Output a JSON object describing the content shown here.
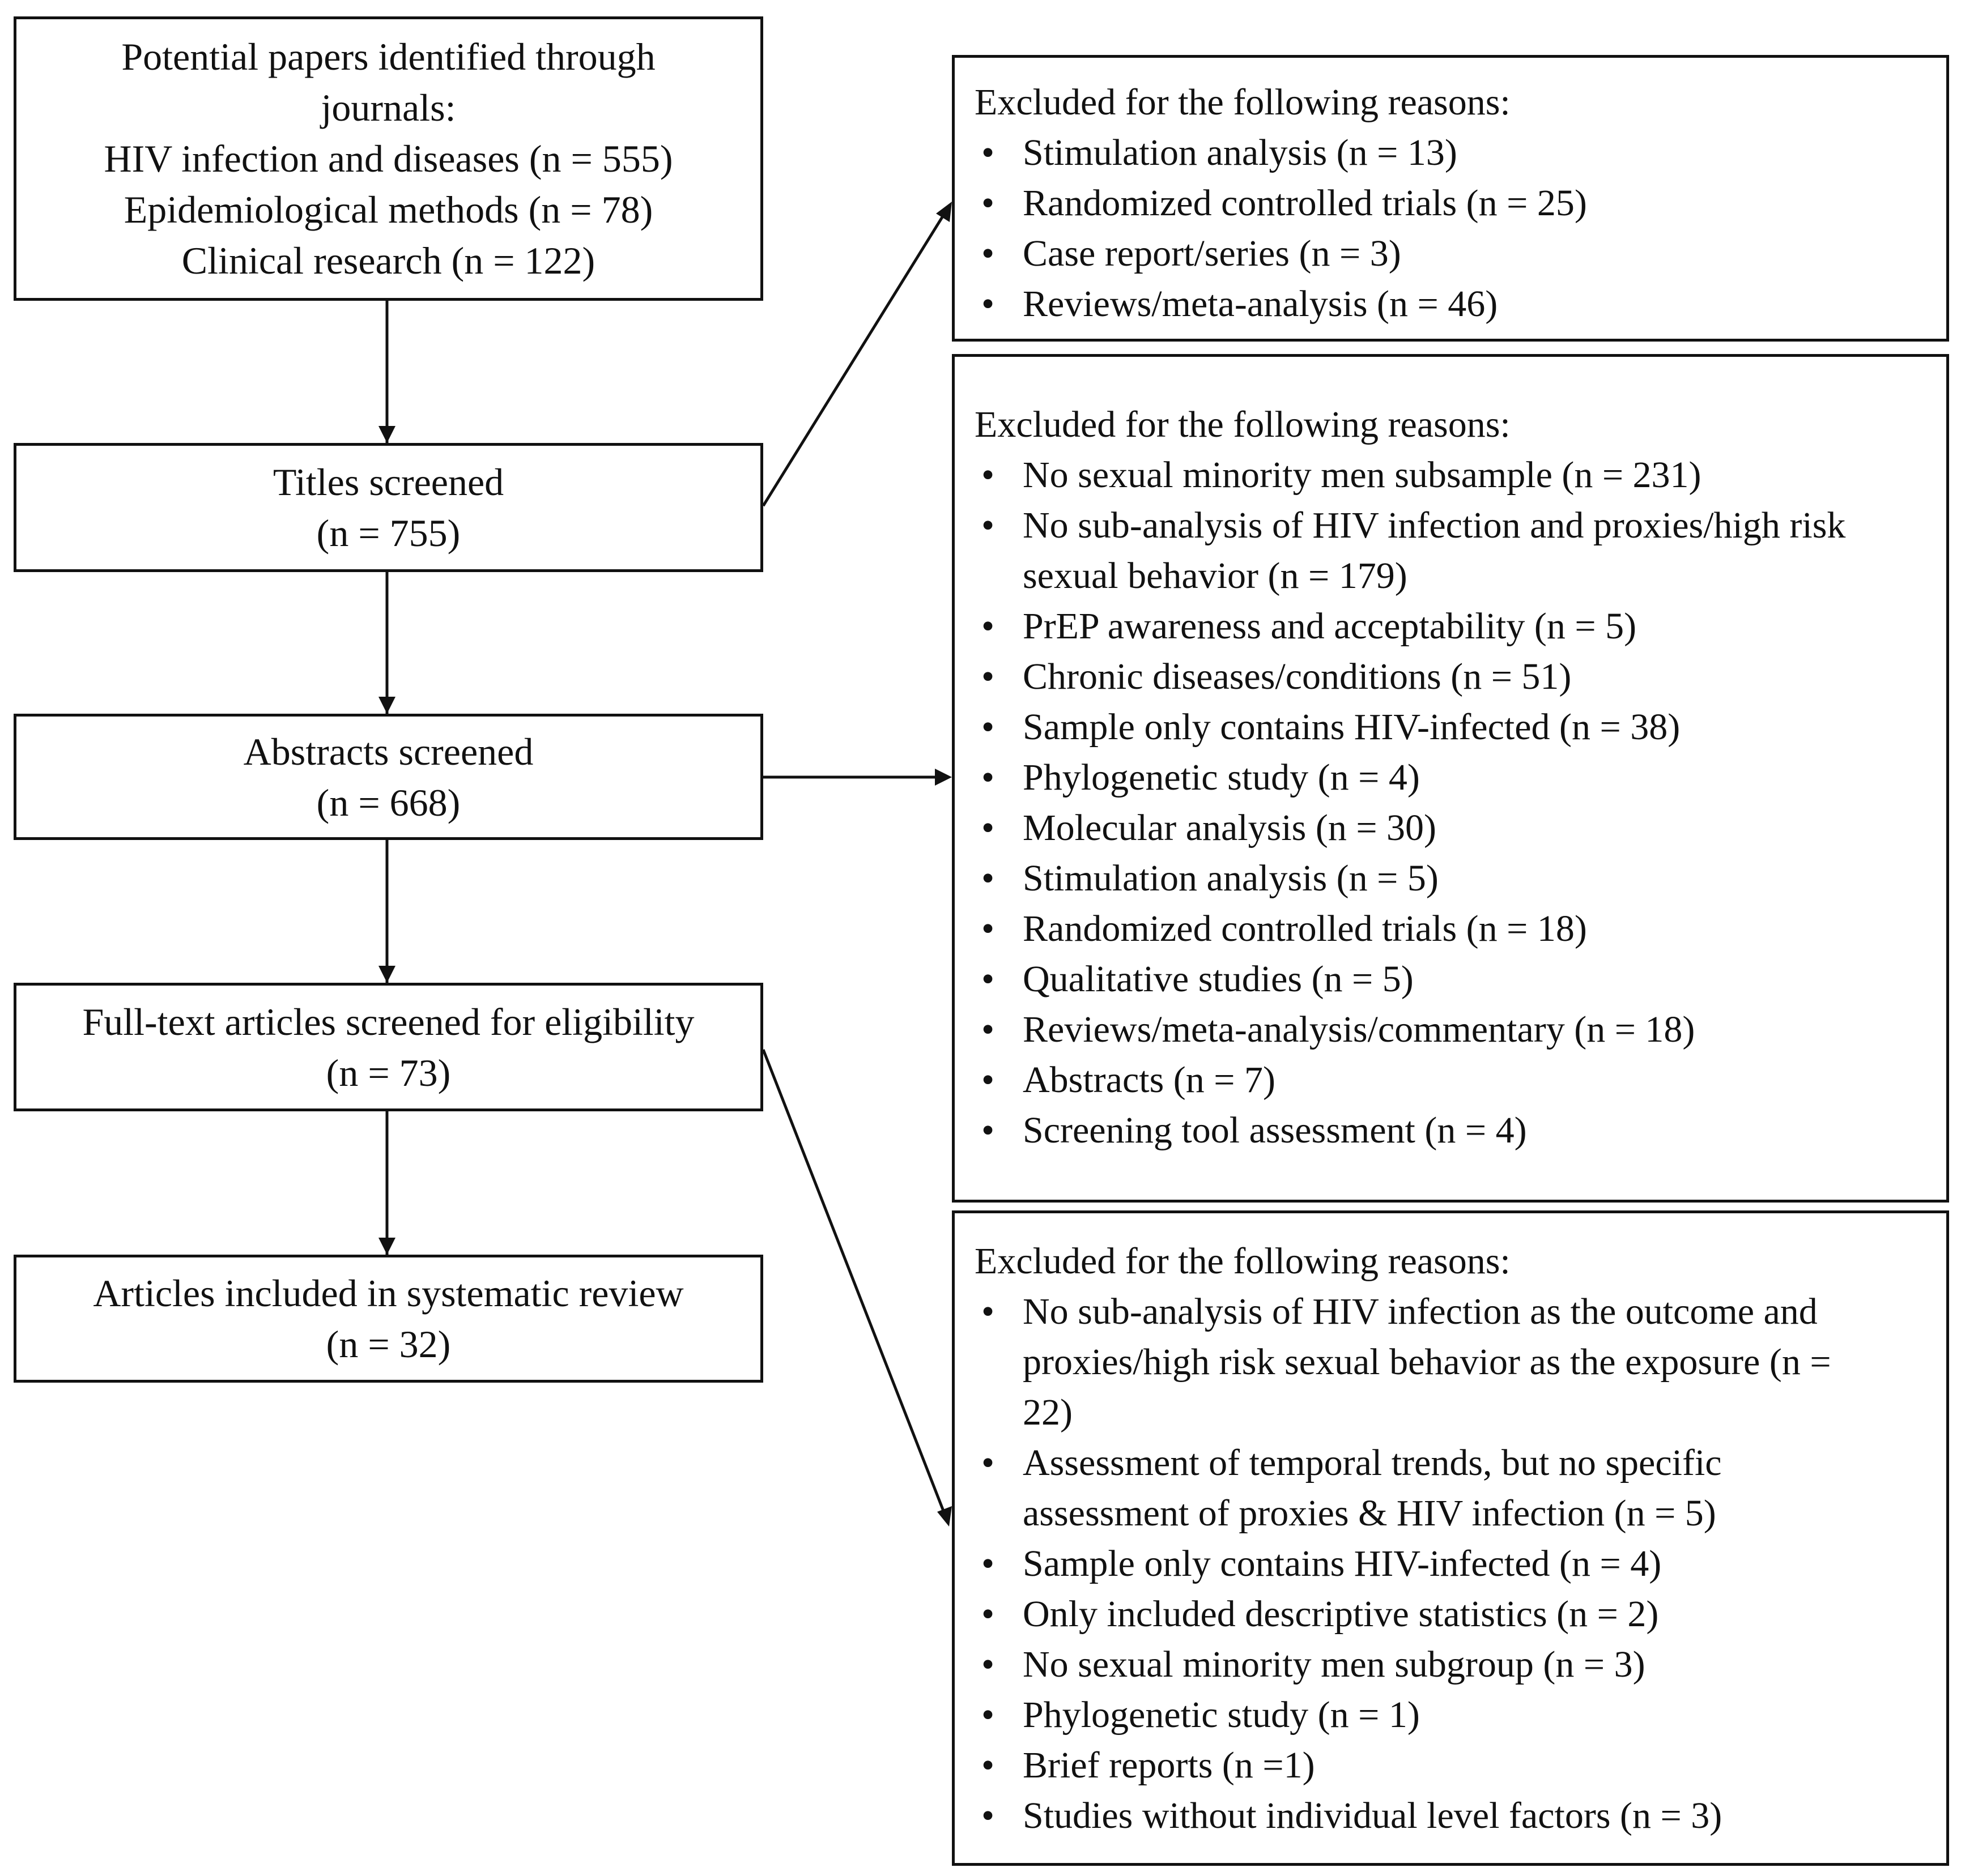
{
  "flow": {
    "identified": {
      "lines": [
        "Potential papers identified through",
        "journals:",
        "HIV infection and diseases (n = 555)",
        "Epidemiological methods (n = 78)",
        "Clinical research (n = 122)"
      ]
    },
    "titles": {
      "label": "Titles screened",
      "count": "(n = 755)"
    },
    "abstracts": {
      "label": "Abstracts screened",
      "count": "(n = 668)"
    },
    "fulltext": {
      "label": "Full-text articles screened for eligibility",
      "count": "(n = 73)"
    },
    "included": {
      "label": "Articles included in systematic review",
      "count": "(n = 32)"
    }
  },
  "exclusions": {
    "titles": {
      "heading": "Excluded for the following reasons:",
      "reasons": [
        "Stimulation analysis (n = 13)",
        "Randomized controlled trials (n = 25)",
        "Case report/series (n = 3)",
        "Reviews/meta-analysis (n = 46)"
      ]
    },
    "abstracts": {
      "heading": "Excluded for the following reasons:",
      "reasons": [
        "No sexual minority men subsample (n = 231)",
        "No sub-analysis of HIV infection and proxies/high risk sexual behavior (n = 179)",
        "PrEP awareness and acceptability (n = 5)",
        "Chronic diseases/conditions (n = 51)",
        "Sample only contains HIV-infected (n = 38)",
        "Phylogenetic study (n = 4)",
        "Molecular analysis (n = 30)",
        "Stimulation analysis (n = 5)",
        "Randomized controlled trials (n = 18)",
        "Qualitative studies (n = 5)",
        "Reviews/meta-analysis/commentary (n = 18)",
        "Abstracts (n = 7)",
        "Screening tool assessment (n = 4)"
      ]
    },
    "fulltext": {
      "heading": "Excluded for the following reasons:",
      "reasons": [
        "No sub-analysis of HIV infection as the outcome and proxies/high risk sexual behavior as the exposure (n = 22)",
        "Assessment of temporal trends, but no specific assessment of proxies & HIV infection (n = 5)",
        "Sample only contains HIV-infected (n = 4)",
        "Only included descriptive statistics (n = 2)",
        "No sexual minority men subgroup (n = 3)",
        "Phylogenetic study (n = 1)",
        "Brief reports (n =1)",
        "Studies without individual level factors  (n = 3)"
      ]
    }
  }
}
